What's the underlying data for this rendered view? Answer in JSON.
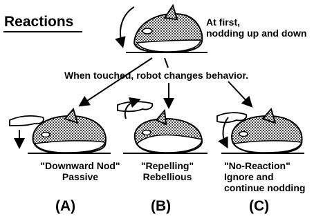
{
  "title": "Reactions",
  "top_caption": [
    "At first,",
    "nodding up and down"
  ],
  "middle_caption": "When touched, robot changes behavior.",
  "panels": [
    {
      "label": "(A)",
      "caption": [
        "\"Downward Nod\"",
        "Passive"
      ]
    },
    {
      "label": "(B)",
      "caption": [
        "\"Repelling\"",
        "Rebellious"
      ]
    },
    {
      "label": "(C)",
      "caption": [
        "\"No-Reaction\"",
        "Ignore and",
        "continue nodding"
      ]
    }
  ],
  "icons": [
    "orca-robot-icon",
    "curved-arrow-icon",
    "hand-icon"
  ]
}
